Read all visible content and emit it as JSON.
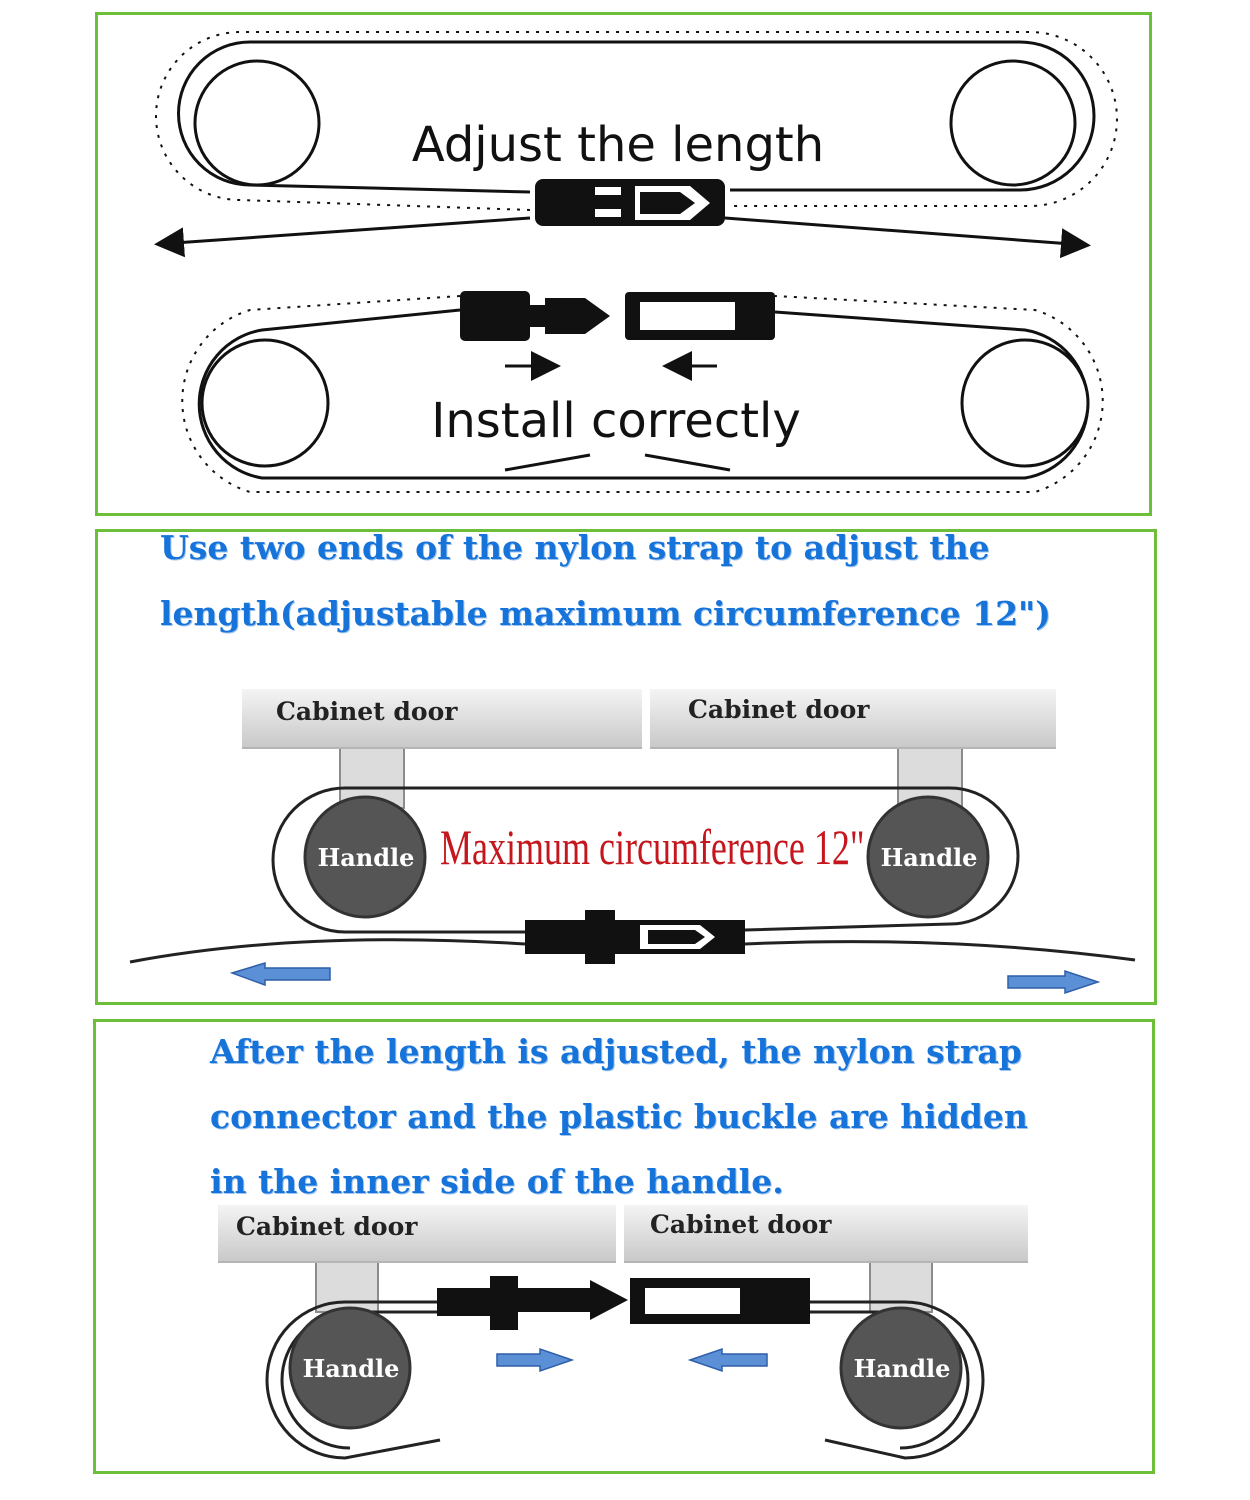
{
  "panel1": {
    "adjust_label": "Adjust the length",
    "install_label": "Install correctly"
  },
  "panel2": {
    "caption_line1": "Use two ends of the nylon strap to adjust the",
    "caption_line2": "length(adjustable maximum circumference 12\")",
    "door_left": "Cabinet door",
    "door_right": "Cabinet door",
    "handle_left": "Handle",
    "handle_right": "Handle",
    "max_label": "Maximum circumference  12\""
  },
  "panel3": {
    "caption_line1": "After the length is adjusted, the nylon strap",
    "caption_line2": "connector and the plastic buckle are hidden",
    "caption_line3": "in the inner side of the handle.",
    "door_left": "Cabinet door",
    "door_right": "Cabinet door",
    "handle_left": "Handle",
    "handle_right": "Handle"
  },
  "colors": {
    "frame_green": "#6dbf3a",
    "caption_blue": "#1673d9",
    "max_red": "#c4161c",
    "handle_gray": "#555555",
    "arrow_blue": "#5b8fd6"
  }
}
